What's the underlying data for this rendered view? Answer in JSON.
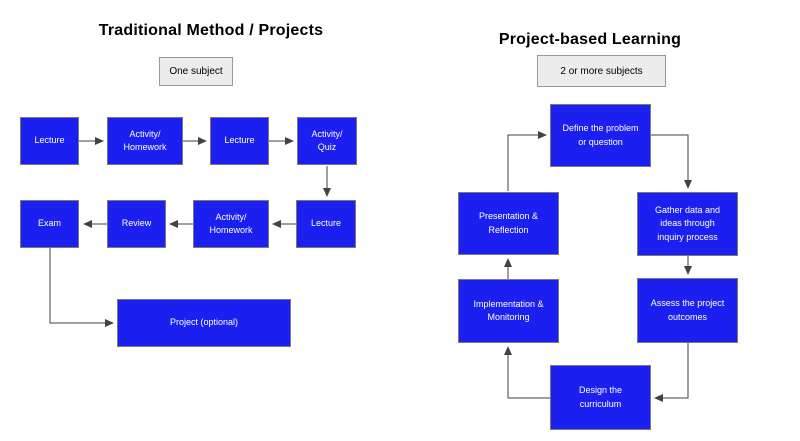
{
  "colors": {
    "node_blue": "#1b20f0",
    "node_text": "#ffffff",
    "node_border": "#7a7a7a",
    "subject_bg": "#ececec",
    "subject_border": "#999999",
    "arrow": "#424242",
    "title_text": "#000000",
    "background": "#ffffff"
  },
  "left": {
    "title": "Traditional Method / Projects",
    "subject": "One subject",
    "boxes": [
      {
        "label": "Lecture"
      },
      {
        "label": "Activity/\nHomework"
      },
      {
        "label": "Lecture"
      },
      {
        "label": "Activity/\nQuiz"
      },
      {
        "label": "Exam"
      },
      {
        "label": "Review"
      },
      {
        "label": "Activity/\nHomework"
      },
      {
        "label": "Lecture"
      },
      {
        "label": "Project (optional)"
      }
    ]
  },
  "right": {
    "title": "Project-based Learning",
    "subject": "2 or more subjects",
    "boxes": [
      {
        "label": "Define the problem\nor question"
      },
      {
        "label": "Gather data and\nideas through\ninquiry process"
      },
      {
        "label": "Assess the project\noutcomes"
      },
      {
        "label": "Design the\ncurriculum"
      },
      {
        "label": "Implementation &\nMonitoring"
      },
      {
        "label": "Presentation &\nReflection"
      }
    ]
  }
}
